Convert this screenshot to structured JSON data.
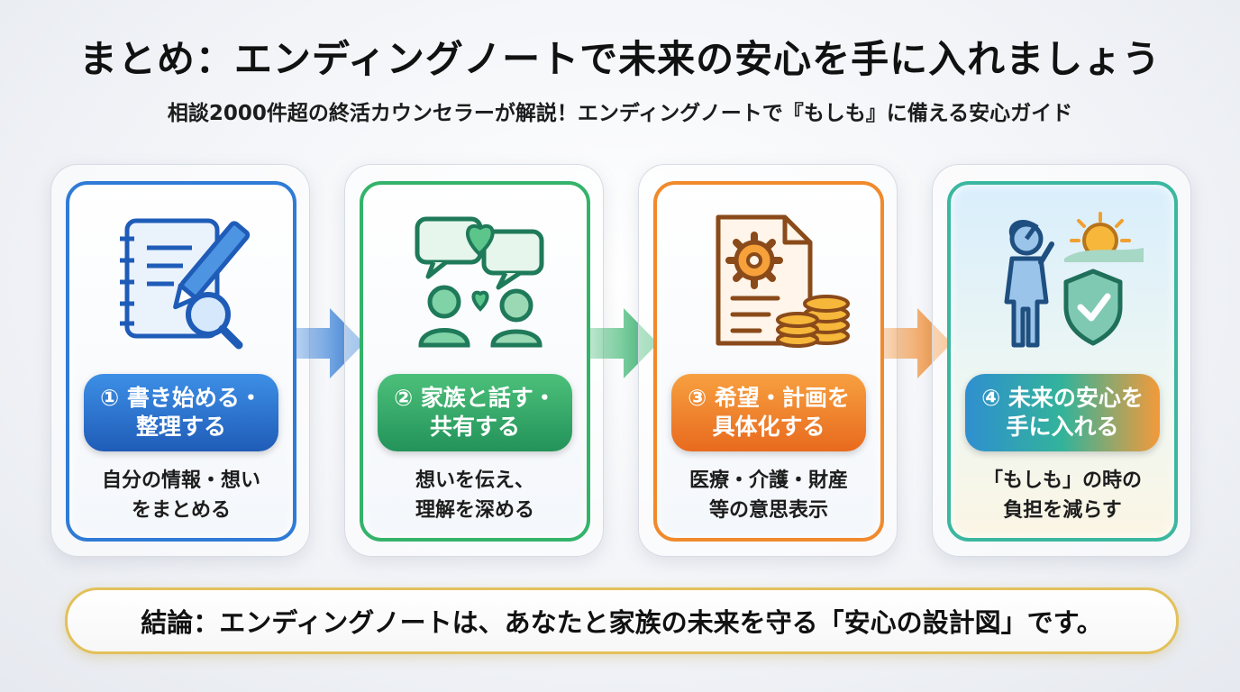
{
  "title": "まとめ：エンディングノートで未来の安心を手に入れましょう",
  "subtitle": "相談2000件超の終活カウンセラーが解説！エンディングノートで『もしも』に備える安心ガイド",
  "steps": [
    {
      "label_line1": "① 書き始める・",
      "label_line2": "整理する",
      "desc_line1": "自分の情報・想い",
      "desc_line2": "をまとめる",
      "color": "#2f7bd6",
      "icon": "notebook-pen-magnifier-icon"
    },
    {
      "label_line1": "② 家族と話す・",
      "label_line2": "共有する",
      "desc_line1": "想いを伝え、",
      "desc_line2": "理解を深める",
      "color": "#34b36a",
      "icon": "family-conversation-hearts-icon"
    },
    {
      "label_line1": "③ 希望・計画を",
      "label_line2": "具体化する",
      "desc_line1": "医療・介護・財産",
      "desc_line2": "等の意思表示",
      "color": "#f08a2c",
      "icon": "document-gear-coins-icon"
    },
    {
      "label_line1": "④ 未来の安心を",
      "label_line2": "手に入れる",
      "desc_line1": "「もしも」の時の",
      "desc_line2": "負担を減らす",
      "color": "#3bb7a0",
      "icon": "person-shield-sunrise-icon"
    }
  ],
  "conclusion": "結論：エンディングノートは、あなたと家族の未来を守る「安心の設計図」です。"
}
